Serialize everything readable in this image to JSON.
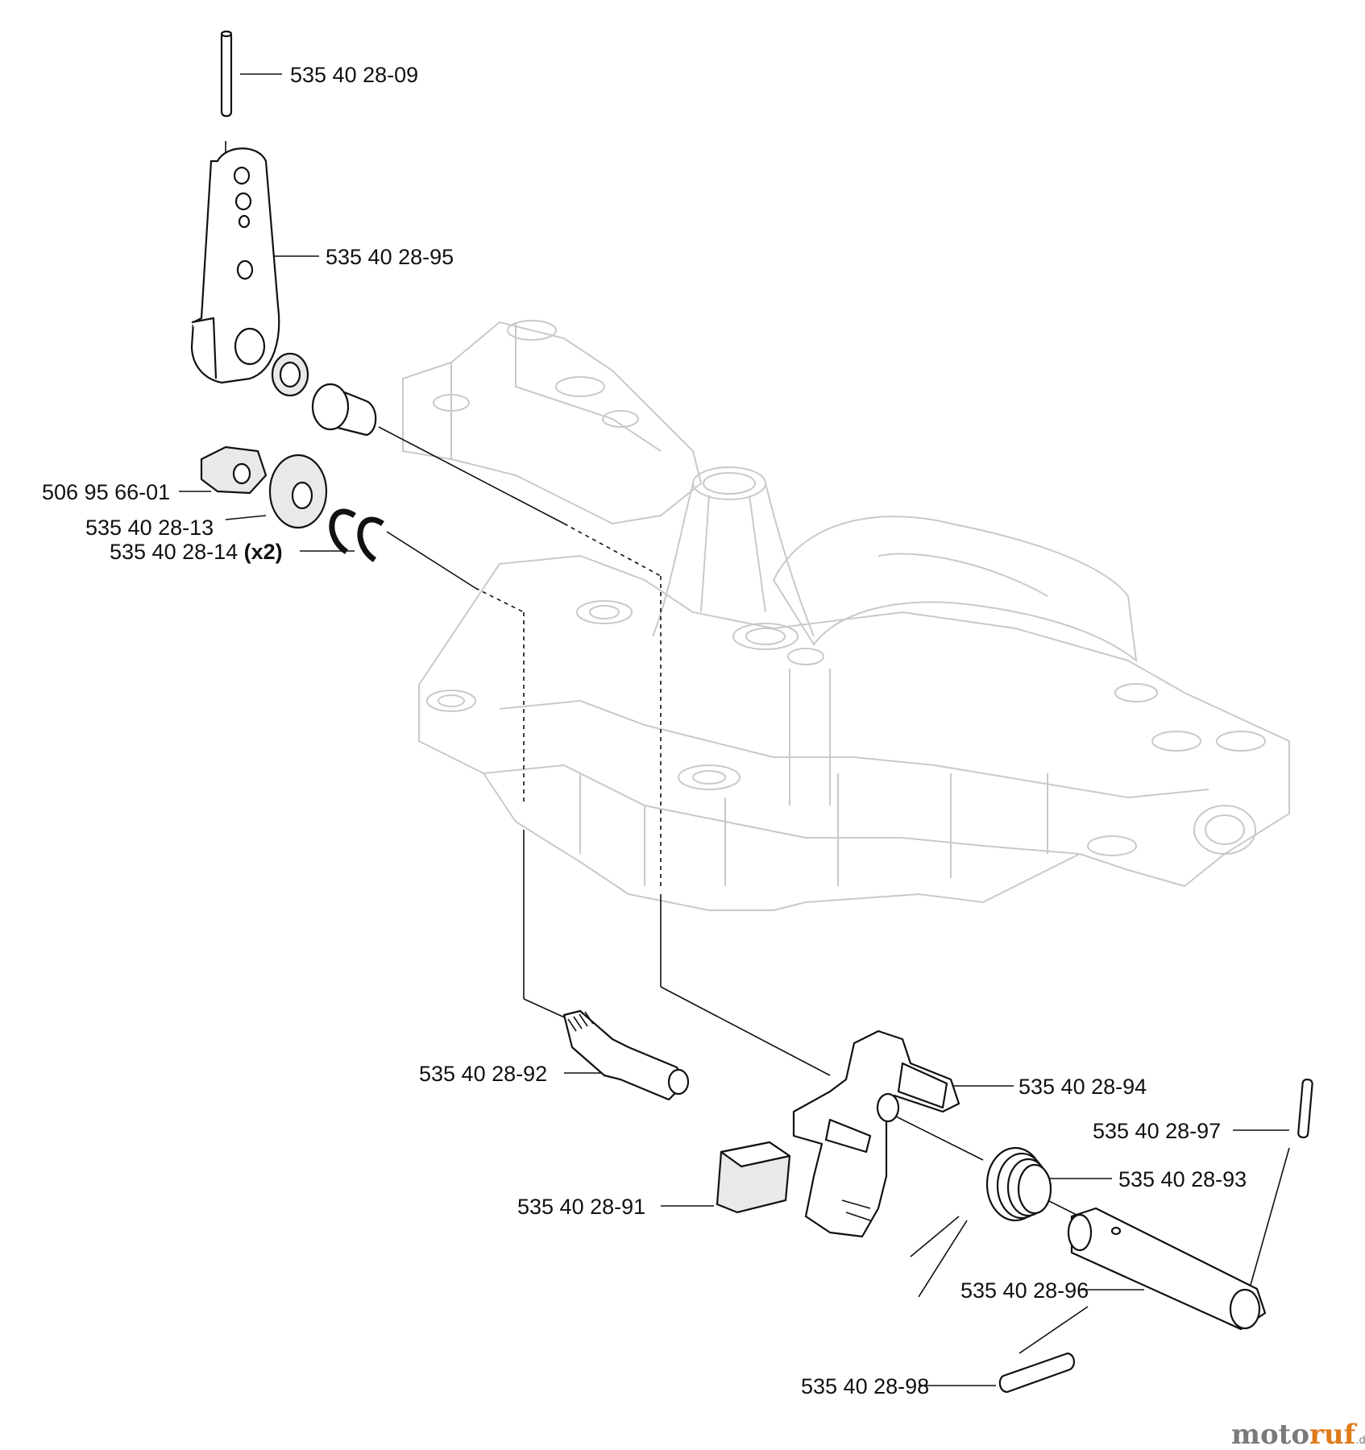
{
  "labels": {
    "p09": "535 40 28-09",
    "p95": "535 40 28-95",
    "p01": "506 95 66-01",
    "p13": "535 40 28-13",
    "p14": "535 40 28-14",
    "p14_qty": "(x2)",
    "p92": "535 40 28-92",
    "p94": "535 40 28-94",
    "p97": "535 40 28-97",
    "p93": "535 40 28-93",
    "p91": "535 40 28-91",
    "p96": "535 40 28-96",
    "p98": "535 40 28-98"
  },
  "watermark": {
    "part1": "moto",
    "part2": "ruf",
    "suffix": ".de"
  }
}
